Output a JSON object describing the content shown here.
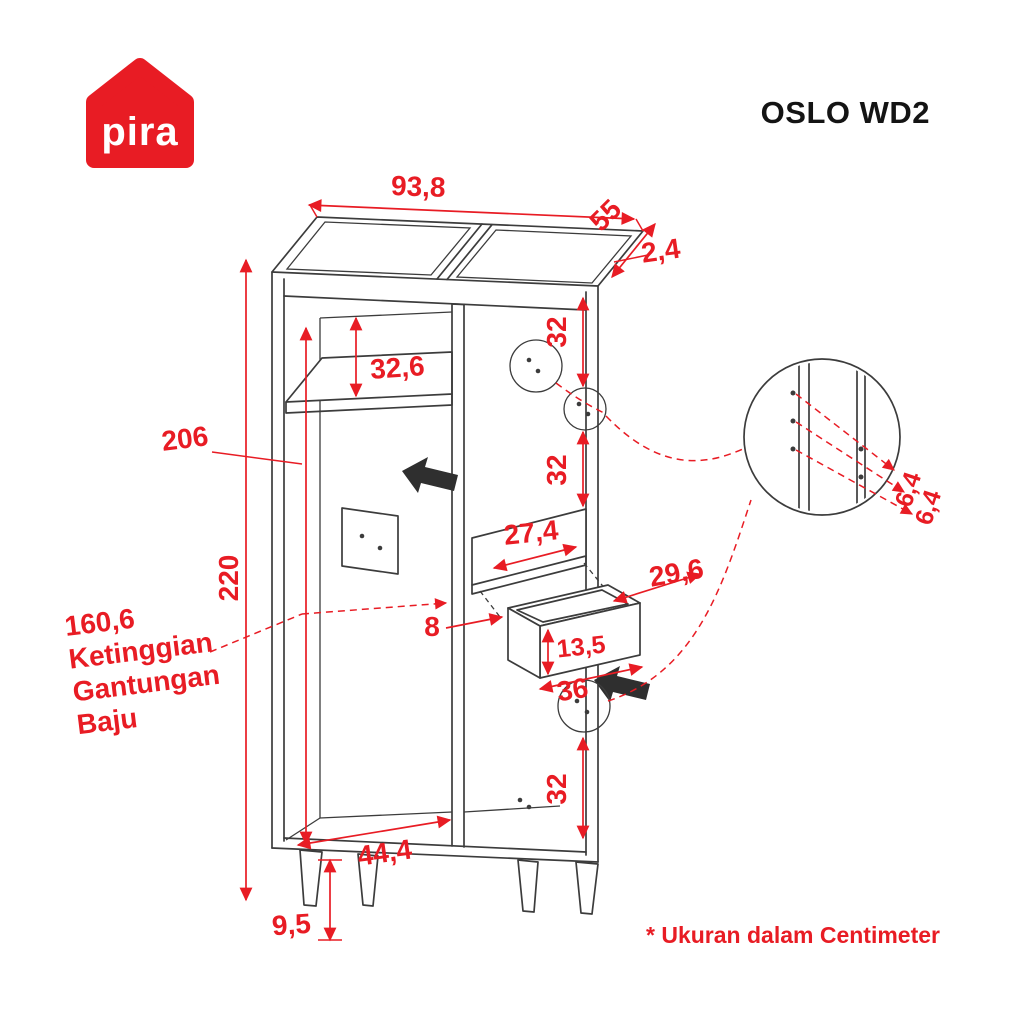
{
  "brand": {
    "name": "pira"
  },
  "product": {
    "name": "OSLO WD2"
  },
  "footer": {
    "note": "* Ukuran dalam Centimeter"
  },
  "colors": {
    "accent": "#e81c24",
    "line": "#3c3c3c"
  },
  "dimensions": {
    "top_width": "93,8",
    "depth": "55",
    "top_thickness": "2,4",
    "upper_shelf_gap": "32,6",
    "inner_height": "206",
    "total_height": "220",
    "section_top": "32",
    "section_middle": "32",
    "section_bottom": "32",
    "shelf_depth": "27,4",
    "drawer_depth": "29,6",
    "drawer_gap": "8",
    "drawer_front_height": "13,5",
    "drawer_width": "36",
    "compartment_width": "44,4",
    "leg_height": "9,5",
    "hole_pitch_a": "6,4",
    "hole_pitch_b": "6,4"
  },
  "hanging_label": {
    "value": "160,6",
    "line1": "Ketinggian",
    "line2": "Gantungan",
    "line3": "Baju"
  }
}
